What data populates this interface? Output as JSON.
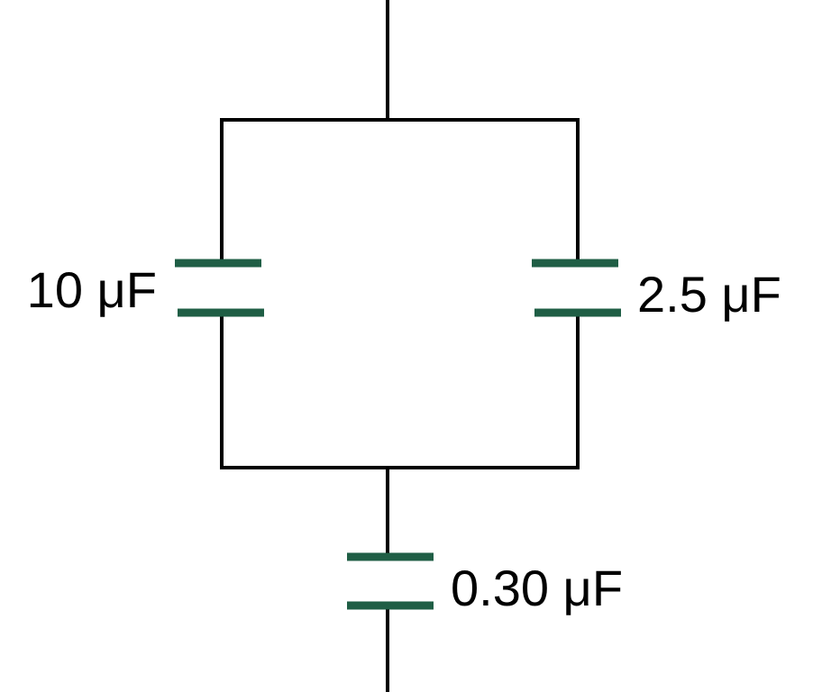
{
  "capacitors": {
    "left": {
      "label": "10 μF"
    },
    "right": {
      "label": "2.5 μF"
    },
    "bottom": {
      "label": "0.30 μF"
    }
  },
  "colors": {
    "wire": "#000000",
    "plate": "#1f5e45",
    "background": "#ffffff"
  }
}
